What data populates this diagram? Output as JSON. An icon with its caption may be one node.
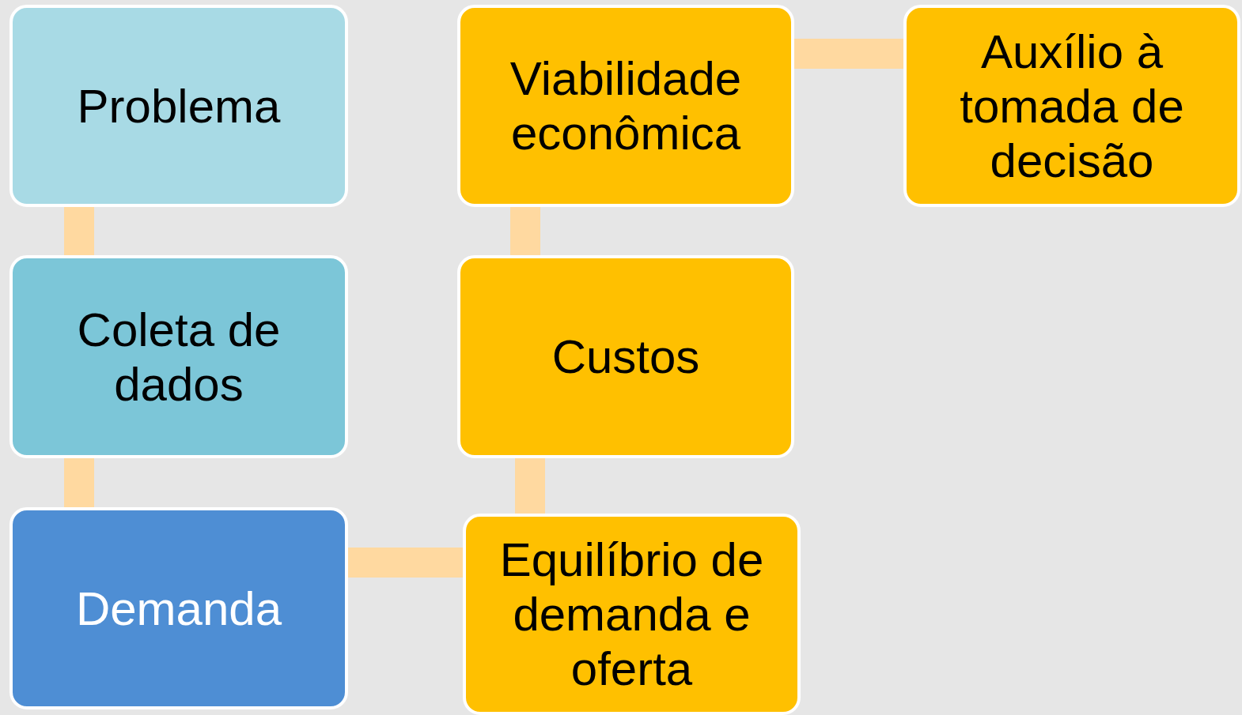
{
  "diagram": {
    "nodes": [
      {
        "text": [
          "Problema"
        ]
      },
      {
        "text": [
          "Coleta de dados"
        ]
      },
      {
        "text": [
          "Demanda"
        ]
      },
      {
        "text": [
          "Equilíbrio de demanda e oferta"
        ]
      },
      {
        "text": [
          "Custos"
        ]
      },
      {
        "text": [
          "Viabilidade econômica"
        ]
      },
      {
        "text": [
          "Auxílio à tomada de decisão"
        ]
      }
    ],
    "edges": [
      {
        "from": 0,
        "to": 1,
        "arrow": "none"
      },
      {
        "from": 1,
        "to": 2,
        "arrow": "none"
      },
      {
        "from": 2,
        "to": 3,
        "arrow": "none"
      },
      {
        "from": 3,
        "to": 4,
        "arrow": "none"
      },
      {
        "from": 4,
        "to": 5,
        "arrow": "none"
      },
      {
        "from": 5,
        "to": 6,
        "arrow": "none"
      }
    ]
  }
}
